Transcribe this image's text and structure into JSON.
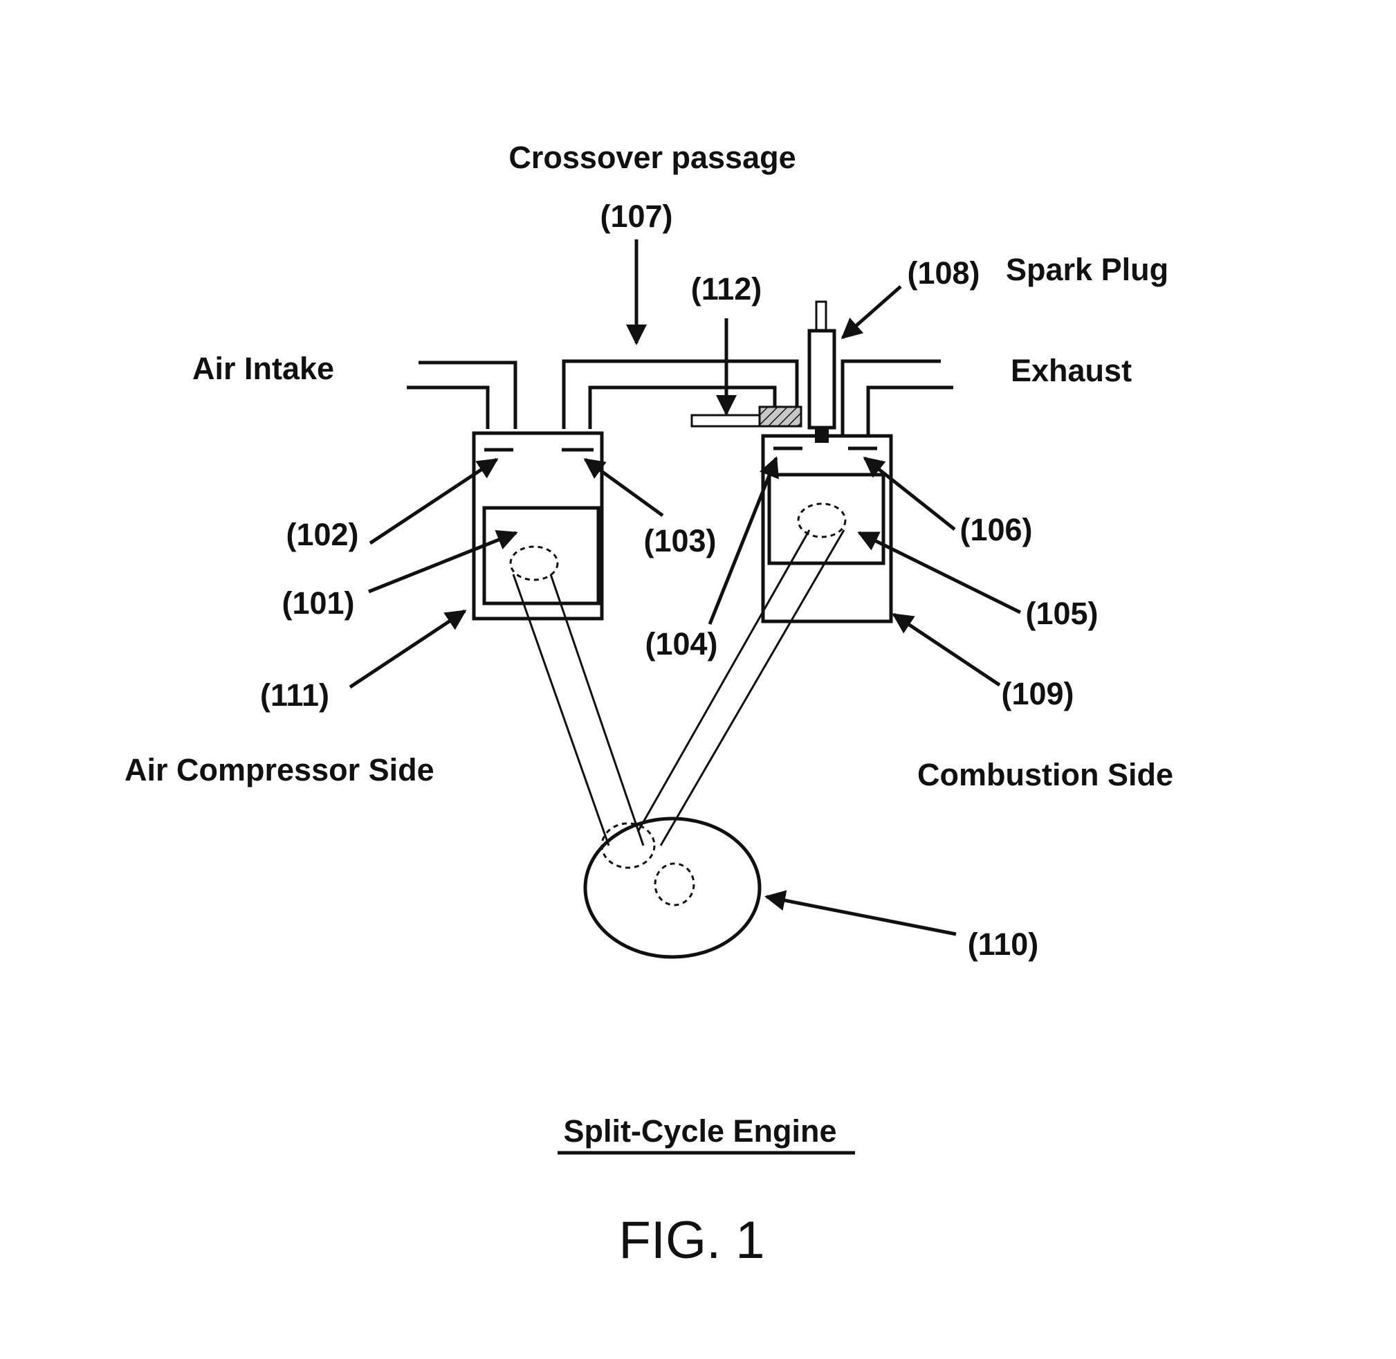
{
  "labels": {
    "crossover_passage": "Crossover passage",
    "spark_plug": "Spark Plug",
    "air_intake": "Air Intake",
    "exhaust": "Exhaust",
    "air_compressor_side": "Air Compressor Side",
    "combustion_side": "Combustion Side"
  },
  "refs": {
    "r101": "(101)",
    "r102": "(102)",
    "r103": "(103)",
    "r104": "(104)",
    "r105": "(105)",
    "r106": "(106)",
    "r107": "(107)",
    "r108": "(108)",
    "r109": "(109)",
    "r110": "(110)",
    "r111": "(111)",
    "r112": "(112)"
  },
  "caption": "Split-Cycle Engine",
  "figure_number": "FIG. 1",
  "colors": {
    "ink": "#111111",
    "background": "#ffffff",
    "hatch_fill": "#c8c8c8"
  }
}
